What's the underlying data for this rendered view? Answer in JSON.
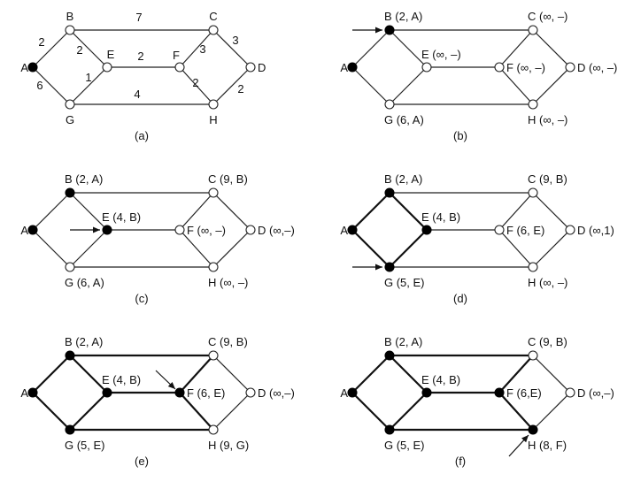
{
  "panels": [
    {
      "id": "a",
      "caption": "(a)",
      "labels": {
        "A": "A",
        "B": "B",
        "C": "C",
        "D": "D",
        "E": "E",
        "F": "F",
        "G": "G",
        "H": "H"
      },
      "weights": {
        "AB": "2",
        "AG": "6",
        "BC": "7",
        "BE": "2",
        "GE": "1",
        "EF": "2",
        "CF": "3",
        "CD": "3",
        "GH": "4",
        "FH": "2",
        "HD": "2"
      },
      "filled": [
        "A"
      ],
      "bold": [],
      "arrow": null
    },
    {
      "id": "b",
      "caption": "(b)",
      "labels": {
        "A": "A",
        "B": "B (2, A)",
        "C": "C (∞, –)",
        "D": "D (∞, –)",
        "E": "E (∞, –)",
        "F": "F (∞, –)",
        "G": "G (6, A)",
        "H": "H (∞, –)"
      },
      "weights": {},
      "filled": [
        "A",
        "B"
      ],
      "bold": [],
      "arrow": "B"
    },
    {
      "id": "c",
      "caption": "(c)",
      "labels": {
        "A": "A",
        "B": "B (2, A)",
        "C": "C (9, B)",
        "D": "D (∞,–)",
        "E": "E (4, B)",
        "F": "F (∞, –)",
        "G": "G (6, A)",
        "H": "H (∞, –)"
      },
      "weights": {},
      "filled": [
        "A",
        "B",
        "E"
      ],
      "bold": [],
      "arrow": "E"
    },
    {
      "id": "d",
      "caption": "(d)",
      "labels": {
        "A": "A",
        "B": "B (2, A)",
        "C": "C (9, B)",
        "D": "D (∞,1)",
        "E": "E (4, B)",
        "F": "F (6, E)",
        "G": "G (5, E)",
        "H": "H (∞, –)"
      },
      "weights": {},
      "filled": [
        "A",
        "B",
        "E",
        "G"
      ],
      "bold": [
        "AB",
        "AG",
        "BE",
        "GE"
      ],
      "arrow": "G"
    },
    {
      "id": "e",
      "caption": "(e)",
      "labels": {
        "A": "A",
        "B": "B (2, A)",
        "C": "C (9, B)",
        "D": "D (∞,–)",
        "E": "E (4, B)",
        "F": "F (6, E)",
        "G": "G (5, E)",
        "H": "H (9, G)"
      },
      "weights": {},
      "filled": [
        "A",
        "B",
        "E",
        "G",
        "F"
      ],
      "bold": [
        "AB",
        "AG",
        "BE",
        "GE",
        "EF",
        "BC",
        "GH",
        "CF",
        "FH"
      ],
      "arrow": "F"
    },
    {
      "id": "f",
      "caption": "(f)",
      "labels": {
        "A": "A",
        "B": "B (2, A)",
        "C": "C (9, B)",
        "D": "D (∞,–)",
        "E": "E (4, B)",
        "F": "F (6,E)",
        "G": "G (5, E)",
        "H": "H (8, F)"
      },
      "weights": {},
      "filled": [
        "A",
        "B",
        "E",
        "G",
        "F",
        "H"
      ],
      "bold": [
        "AB",
        "AG",
        "BE",
        "GE",
        "EF",
        "BC",
        "GH",
        "CF",
        "FH"
      ],
      "arrow": "H"
    }
  ]
}
